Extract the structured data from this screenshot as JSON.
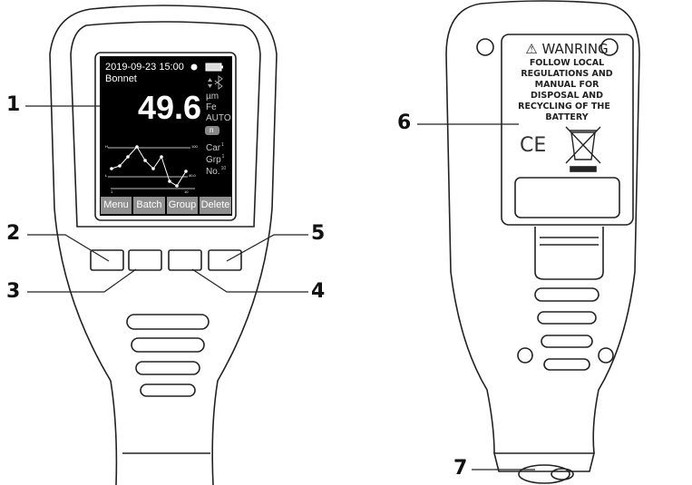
{
  "callouts": {
    "c1": "1",
    "c2": "2",
    "c3": "3",
    "c4": "4",
    "c5": "5",
    "c6": "6",
    "c7": "7"
  },
  "screen": {
    "datetime": "2019-09-23 15:00",
    "location": "Bonnet",
    "reading": "49.6",
    "unit": "µm",
    "material": "Fe",
    "mode": "AUTO",
    "n_badge": "n",
    "car": "Car",
    "car_num": "1",
    "grp": "Grp",
    "grp_num": "1",
    "no": "No.",
    "no_num": "10",
    "graph": {
      "h_label": "H",
      "l_label": "L",
      "h_value": "100",
      "l_value": "40.0",
      "x_start": "1",
      "x_end": "10"
    },
    "softkeys": [
      "Menu",
      "Batch",
      "Group",
      "Delete"
    ]
  },
  "back_label": {
    "title": "WANRING",
    "lines": [
      "FOLLOW LOCAL",
      "REGULATIONS AND",
      "MANUAL FOR",
      "DISPOSAL AND",
      "RECYCLING OF THE",
      "BATTERY"
    ],
    "ce_mark": "CE"
  }
}
